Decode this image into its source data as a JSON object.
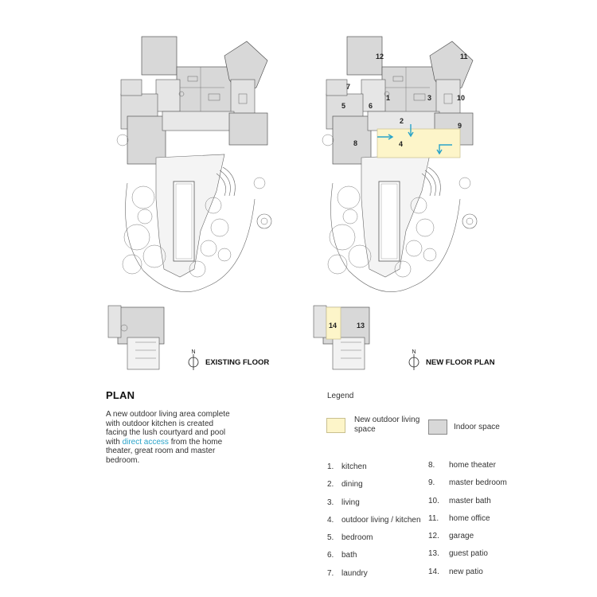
{
  "existing_plan": {
    "caption": "EXISTING FLOOR",
    "north_label": "N"
  },
  "new_plan": {
    "caption": "NEW FLOOR PLAN",
    "north_label": "N",
    "room_labels": [
      "12",
      "11",
      "7",
      "1",
      "3",
      "10",
      "5",
      "6",
      "2",
      "9",
      "8",
      "4",
      "14",
      "13"
    ]
  },
  "description": {
    "title": "PLAN",
    "text_before": "A new outdoor living area complete with outdoor kitchen is created facing the lush courtyard and pool with ",
    "highlight": "direct access",
    "text_after": " from the home theater, great room and master bedroom."
  },
  "legend": {
    "title": "Legend",
    "outdoor_label": "New outdoor living space",
    "indoor_label": "Indoor space",
    "rooms_col1": [
      {
        "num": "1.",
        "name": "kitchen"
      },
      {
        "num": "2.",
        "name": "dining"
      },
      {
        "num": "3.",
        "name": "living"
      },
      {
        "num": "4.",
        "name": "outdoor living / kitchen"
      },
      {
        "num": "5.",
        "name": "bedroom"
      },
      {
        "num": "6.",
        "name": "bath"
      },
      {
        "num": "7.",
        "name": "laundry"
      }
    ],
    "rooms_col2": [
      {
        "num": "8.",
        "name": "home theater"
      },
      {
        "num": "9.",
        "name": "master bedroom"
      },
      {
        "num": "10.",
        "name": "master bath"
      },
      {
        "num": "11.",
        "name": "home office"
      },
      {
        "num": "12.",
        "name": "garage"
      },
      {
        "num": "13.",
        "name": "guest patio"
      },
      {
        "num": "14.",
        "name": "new patio"
      }
    ]
  },
  "colors": {
    "indoor": "#d8d8d8",
    "outdoor": "#fdf5c9",
    "arrow": "#29a3c9",
    "highlight_text": "#29a3c9"
  }
}
